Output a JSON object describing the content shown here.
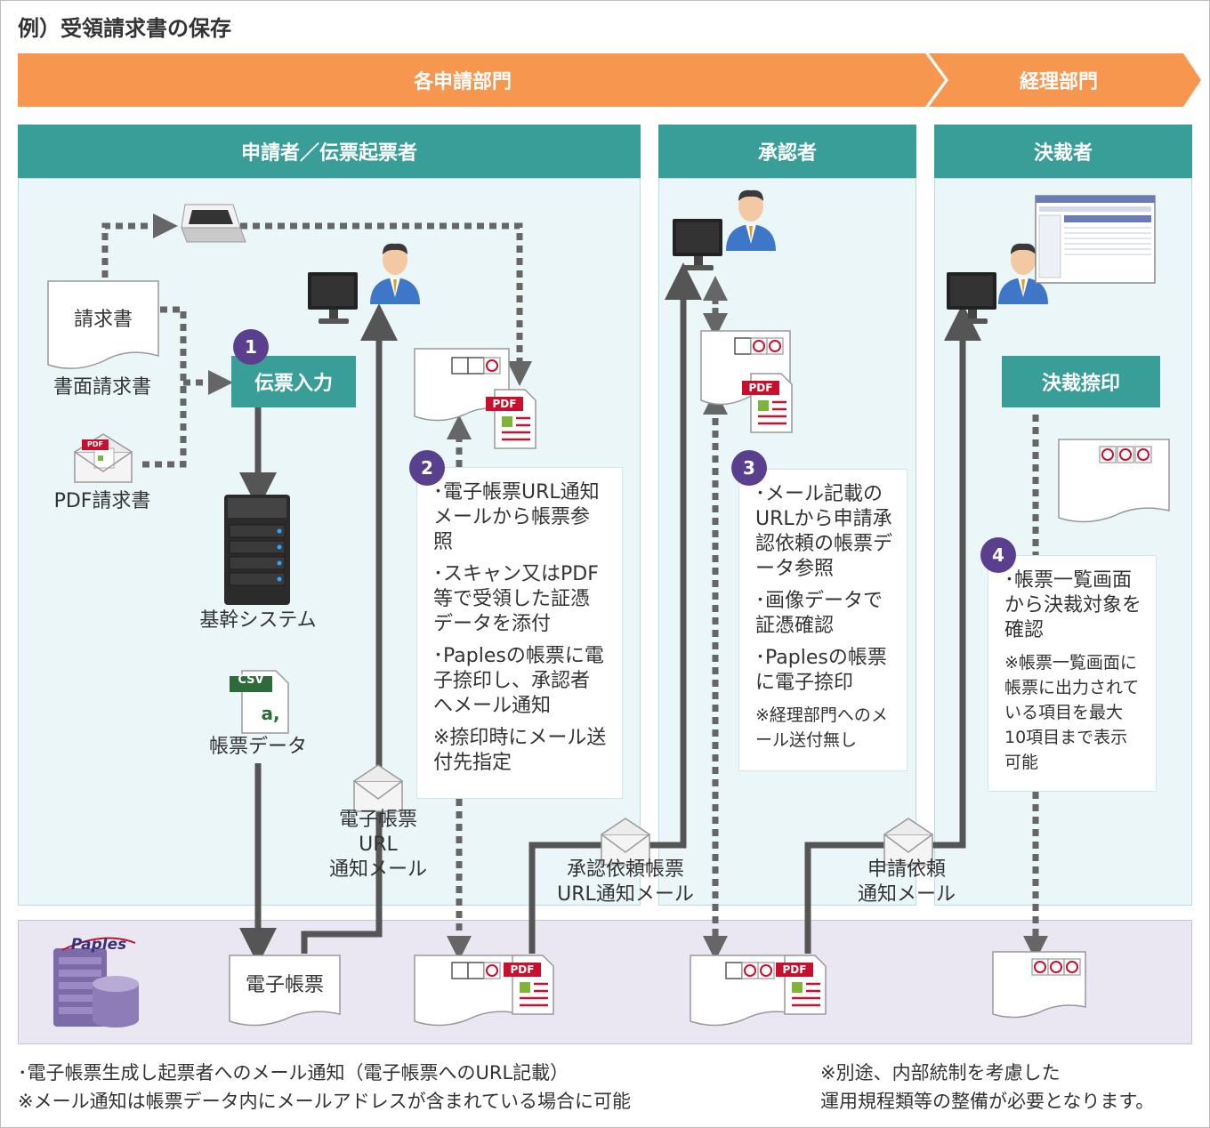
{
  "title": "例）受領請求書の保存",
  "departments": {
    "left": "各申請部門",
    "right": "経理部門"
  },
  "lanes": {
    "applicant": "申請者／伝票起票者",
    "approver": "承認者",
    "decider": "決裁者"
  },
  "items": {
    "invoice_doc": "請求書",
    "paper_invoice": "書面請求書",
    "pdf_invoice": "PDF請求書",
    "denpyo_input": "伝票入力",
    "core_system": "基幹システム",
    "form_data": "帳票データ",
    "csv_tag": "CSV",
    "csv_glyph": "a,",
    "pdf_tag": "PDF",
    "e_form": "電子帳票",
    "mail1": [
      "電子帳票",
      "URL",
      "通知メール"
    ],
    "mail2": [
      "承認依頼帳票",
      "URL通知メール"
    ],
    "mail3": [
      "申請依頼",
      "通知メール"
    ],
    "decision_stamp": "決裁捺印",
    "paples_logo": "Paples"
  },
  "steps": [
    "1",
    "2",
    "3",
    "4"
  ],
  "notes": {
    "step2": [
      "･電子帳票URL通知メールから帳票参照",
      "･スキャン又はPDF等で受領した証憑データを添付",
      "･Paplesの帳票に電子捺印し、承認者へメール通知",
      "※捺印時にメール送付先指定"
    ],
    "step3": [
      "･メール記載のURLから申請承認依頼の帳票データ参照",
      "･画像データで証憑確認",
      "･Paplesの帳票に電子捺印"
    ],
    "step3_small": "※経理部門へのメール送付無し",
    "step4": [
      "･帳票一覧画面から決裁対象を確認"
    ],
    "step4_small": "※帳票一覧画面に帳票に出力されている項目を最大10項目まで表示可能"
  },
  "footer": {
    "left": [
      "･電子帳票生成し起票者へのメール通知（電子帳票へのURL記載）",
      "※メール通知は帳票データ内にメールアドレスが含まれている場合に可能"
    ],
    "right": [
      "※別途、内部統制を考慮した",
      "運用規程類等の整備が必要となります。"
    ]
  },
  "colors": {
    "orange": "#f7964f",
    "teal": "#3a9e98",
    "lane_bg": "#eaf6f7",
    "purple": "#5b3f8f",
    "db_bg": "#ebe7f2",
    "pdf_red": "#c8102e",
    "csv_green": "#2e6b3a"
  }
}
